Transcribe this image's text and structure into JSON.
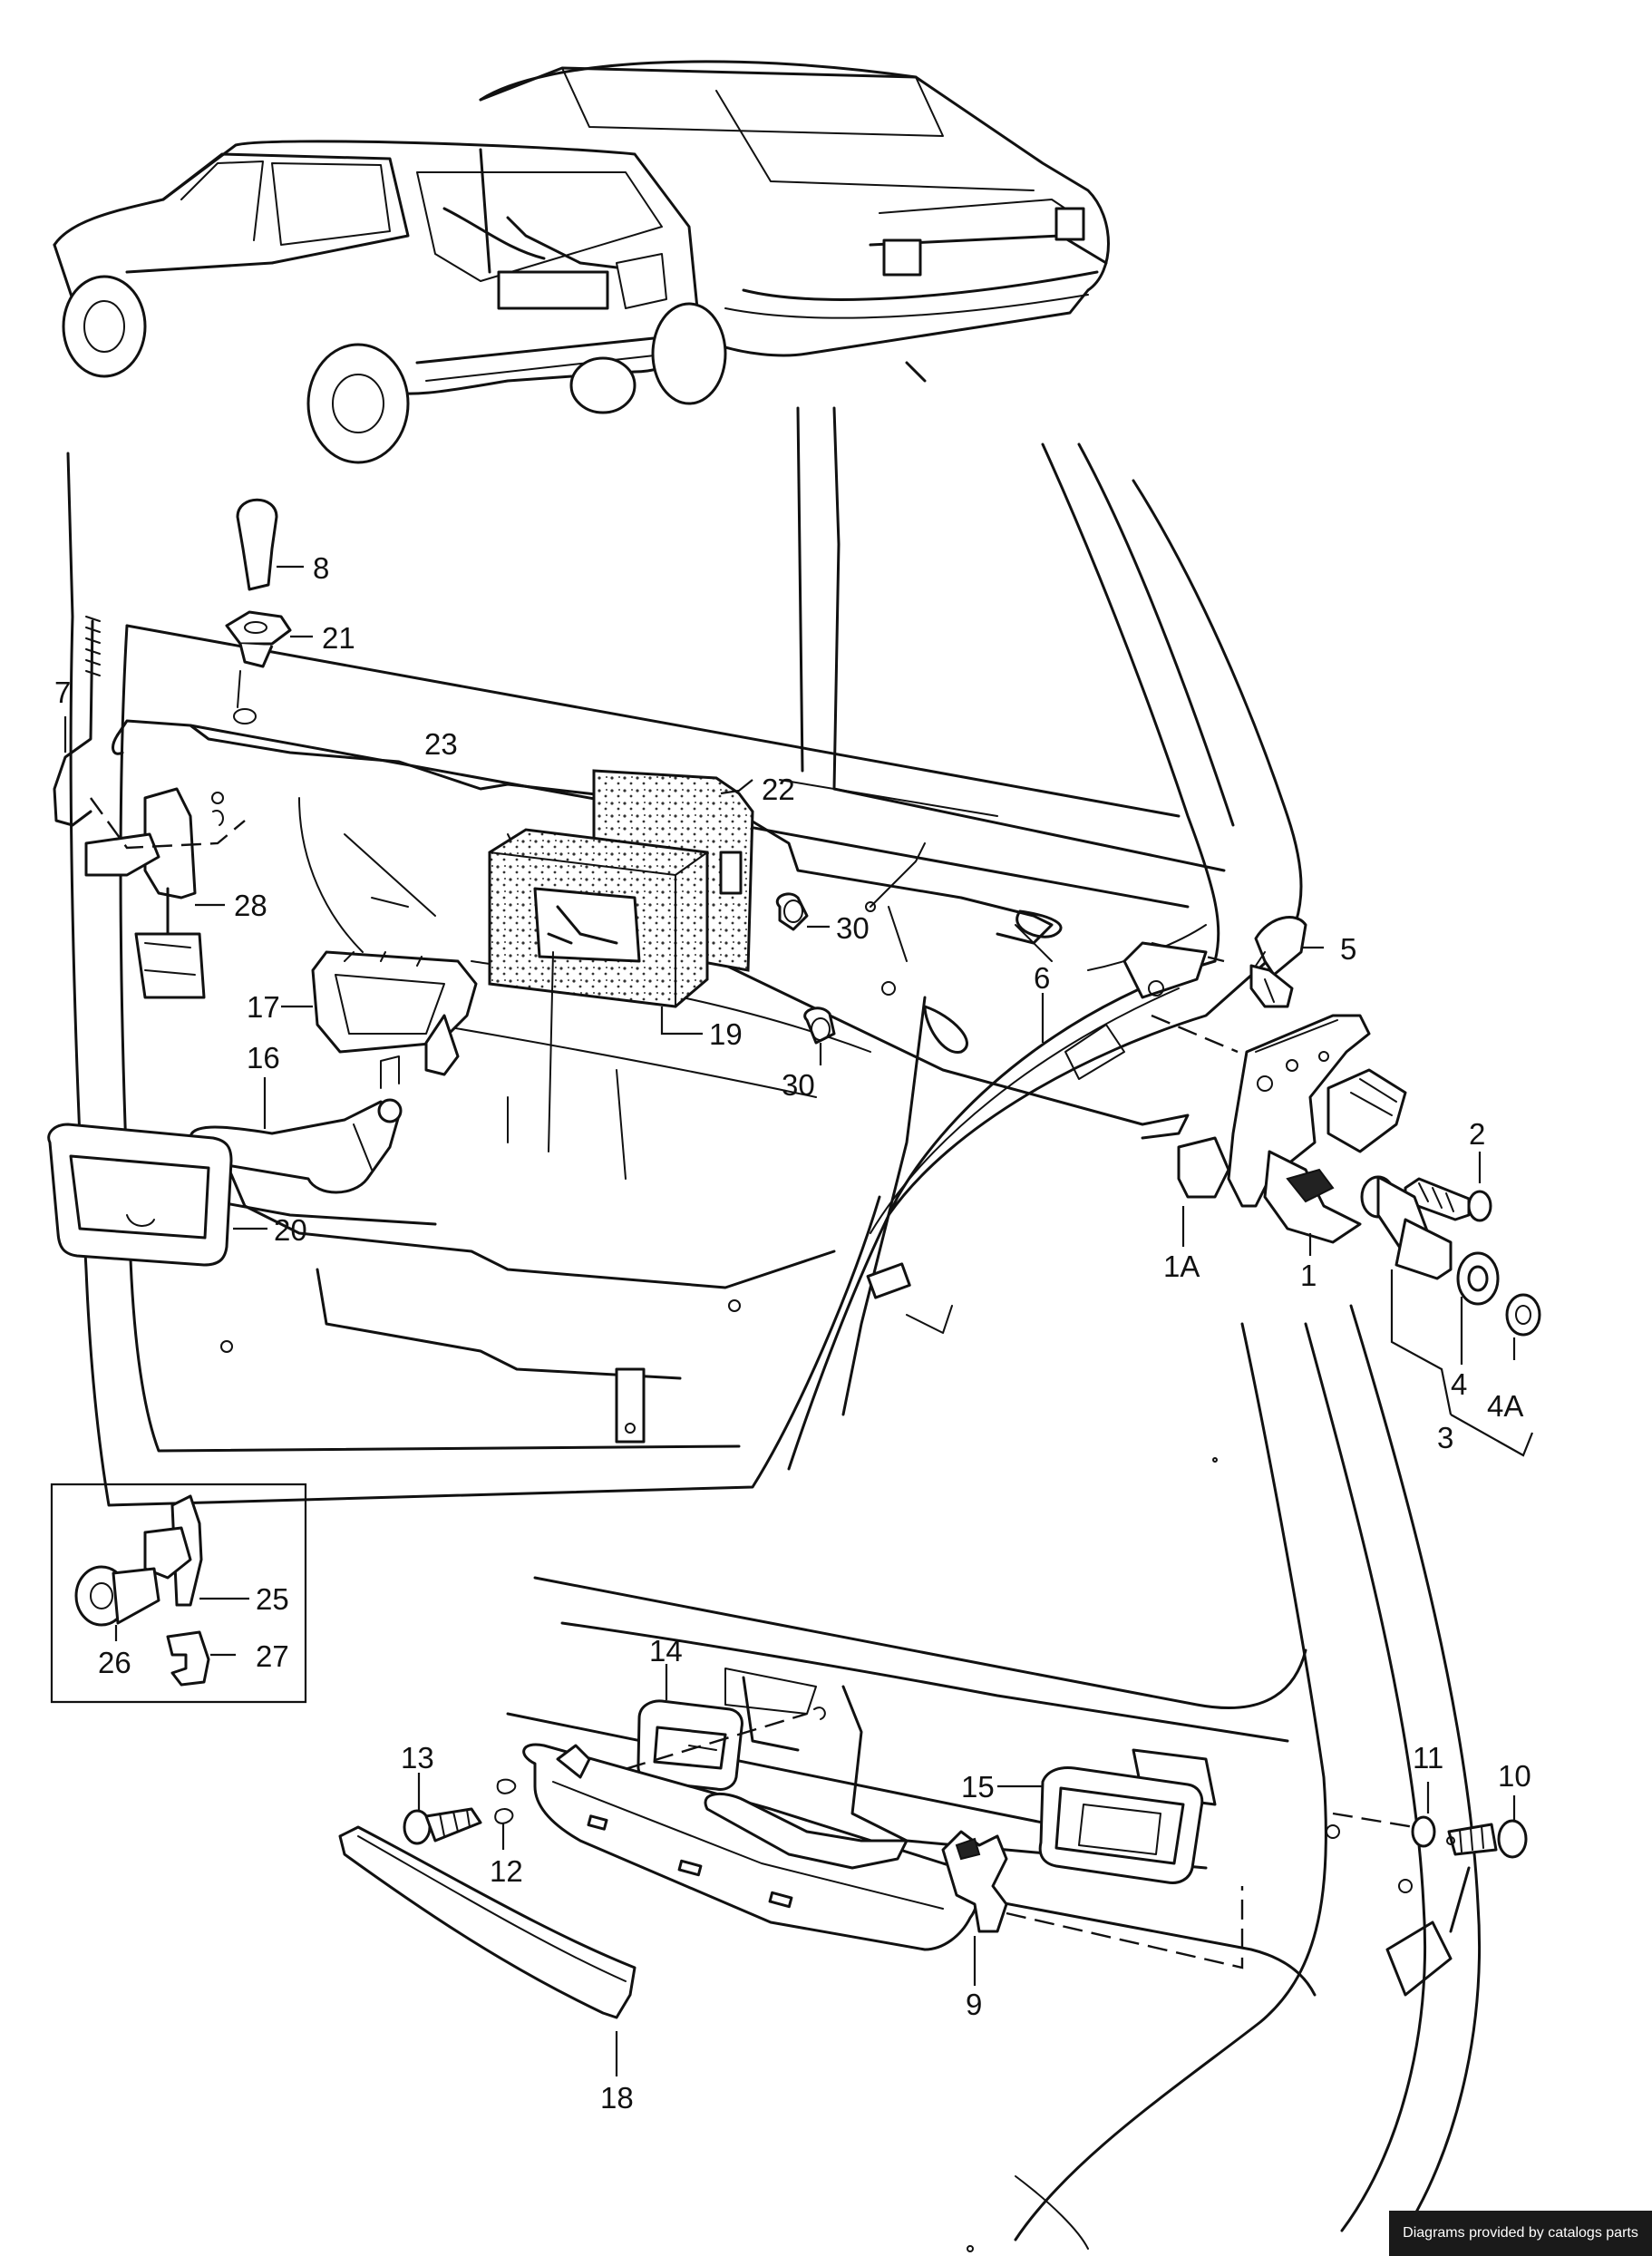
{
  "callouts": [
    {
      "id": "c8",
      "text": "8"
    },
    {
      "id": "c21",
      "text": "21"
    },
    {
      "id": "c7",
      "text": "7"
    },
    {
      "id": "c23",
      "text": "23"
    },
    {
      "id": "c22",
      "text": "22"
    },
    {
      "id": "c28",
      "text": "28"
    },
    {
      "id": "c30a",
      "text": "30"
    },
    {
      "id": "c5",
      "text": "5"
    },
    {
      "id": "c17",
      "text": "17"
    },
    {
      "id": "c19",
      "text": "19"
    },
    {
      "id": "c6",
      "text": "6"
    },
    {
      "id": "c16",
      "text": "16"
    },
    {
      "id": "c30b",
      "text": "30"
    },
    {
      "id": "c2",
      "text": "2"
    },
    {
      "id": "c20",
      "text": "20"
    },
    {
      "id": "c1A",
      "text": "1A"
    },
    {
      "id": "c1",
      "text": "1"
    },
    {
      "id": "c4",
      "text": "4"
    },
    {
      "id": "c4A",
      "text": "4A"
    },
    {
      "id": "c3",
      "text": "3"
    },
    {
      "id": "c25",
      "text": "25"
    },
    {
      "id": "c26",
      "text": "26"
    },
    {
      "id": "c27",
      "text": "27"
    },
    {
      "id": "c14",
      "text": "14"
    },
    {
      "id": "c13",
      "text": "13"
    },
    {
      "id": "c15",
      "text": "15"
    },
    {
      "id": "c11",
      "text": "11"
    },
    {
      "id": "c10",
      "text": "10"
    },
    {
      "id": "c12",
      "text": "12"
    },
    {
      "id": "c9",
      "text": "9"
    },
    {
      "id": "c18",
      "text": "18"
    }
  ],
  "credit": "Diagrams provided by catalogs parts"
}
